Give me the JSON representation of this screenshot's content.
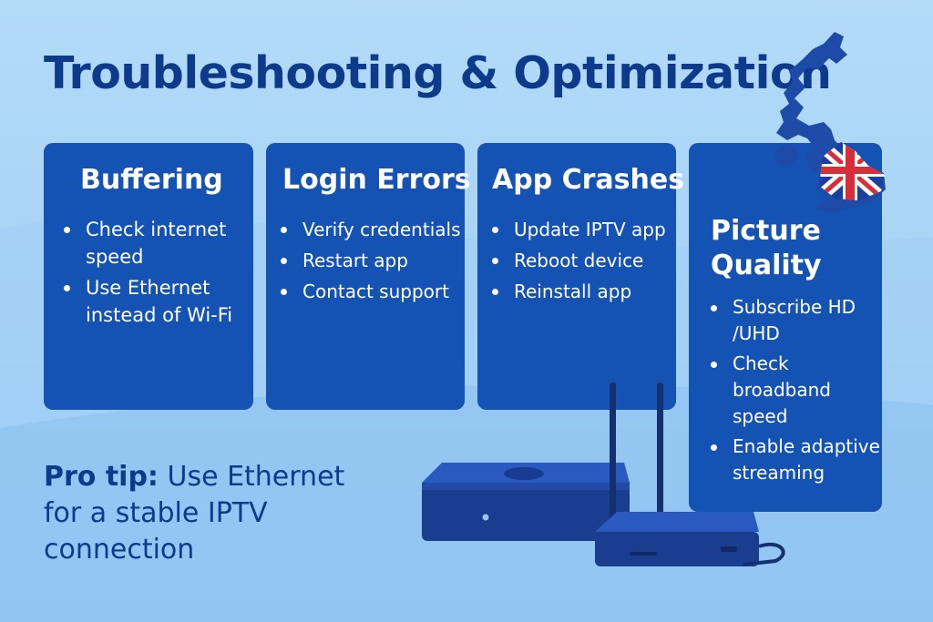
{
  "title": "Troubleshooting & Optimization",
  "cards": [
    {
      "title": "Buffering",
      "items": [
        "Check internet speed",
        "Use Ethernet instead of Wi-Fi"
      ]
    },
    {
      "title": "Login Errors",
      "items": [
        "Verify credentials",
        "Restart app",
        "Contact support"
      ]
    },
    {
      "title": "App Crashes",
      "items": [
        "Update IPTV app",
        "Reboot device",
        "Reinstall app"
      ]
    },
    {
      "title": "Picture Quality",
      "items": [
        "Subscribe HD /UHD",
        "Check broadband speed",
        "Enable adaptive streaming"
      ]
    }
  ],
  "pro_tip": {
    "label": "Pro tip:",
    "text": "Use Ethernet for a stable IPTV connection"
  },
  "icons": {
    "map": "uk-map-icon",
    "flag": "union-jack-flag-icon",
    "router": "router-icon",
    "set_top_box": "set-top-box-icon"
  },
  "colors": {
    "card": "#1452b4",
    "title": "#0e3a8c",
    "background": "#a6d2f6"
  }
}
